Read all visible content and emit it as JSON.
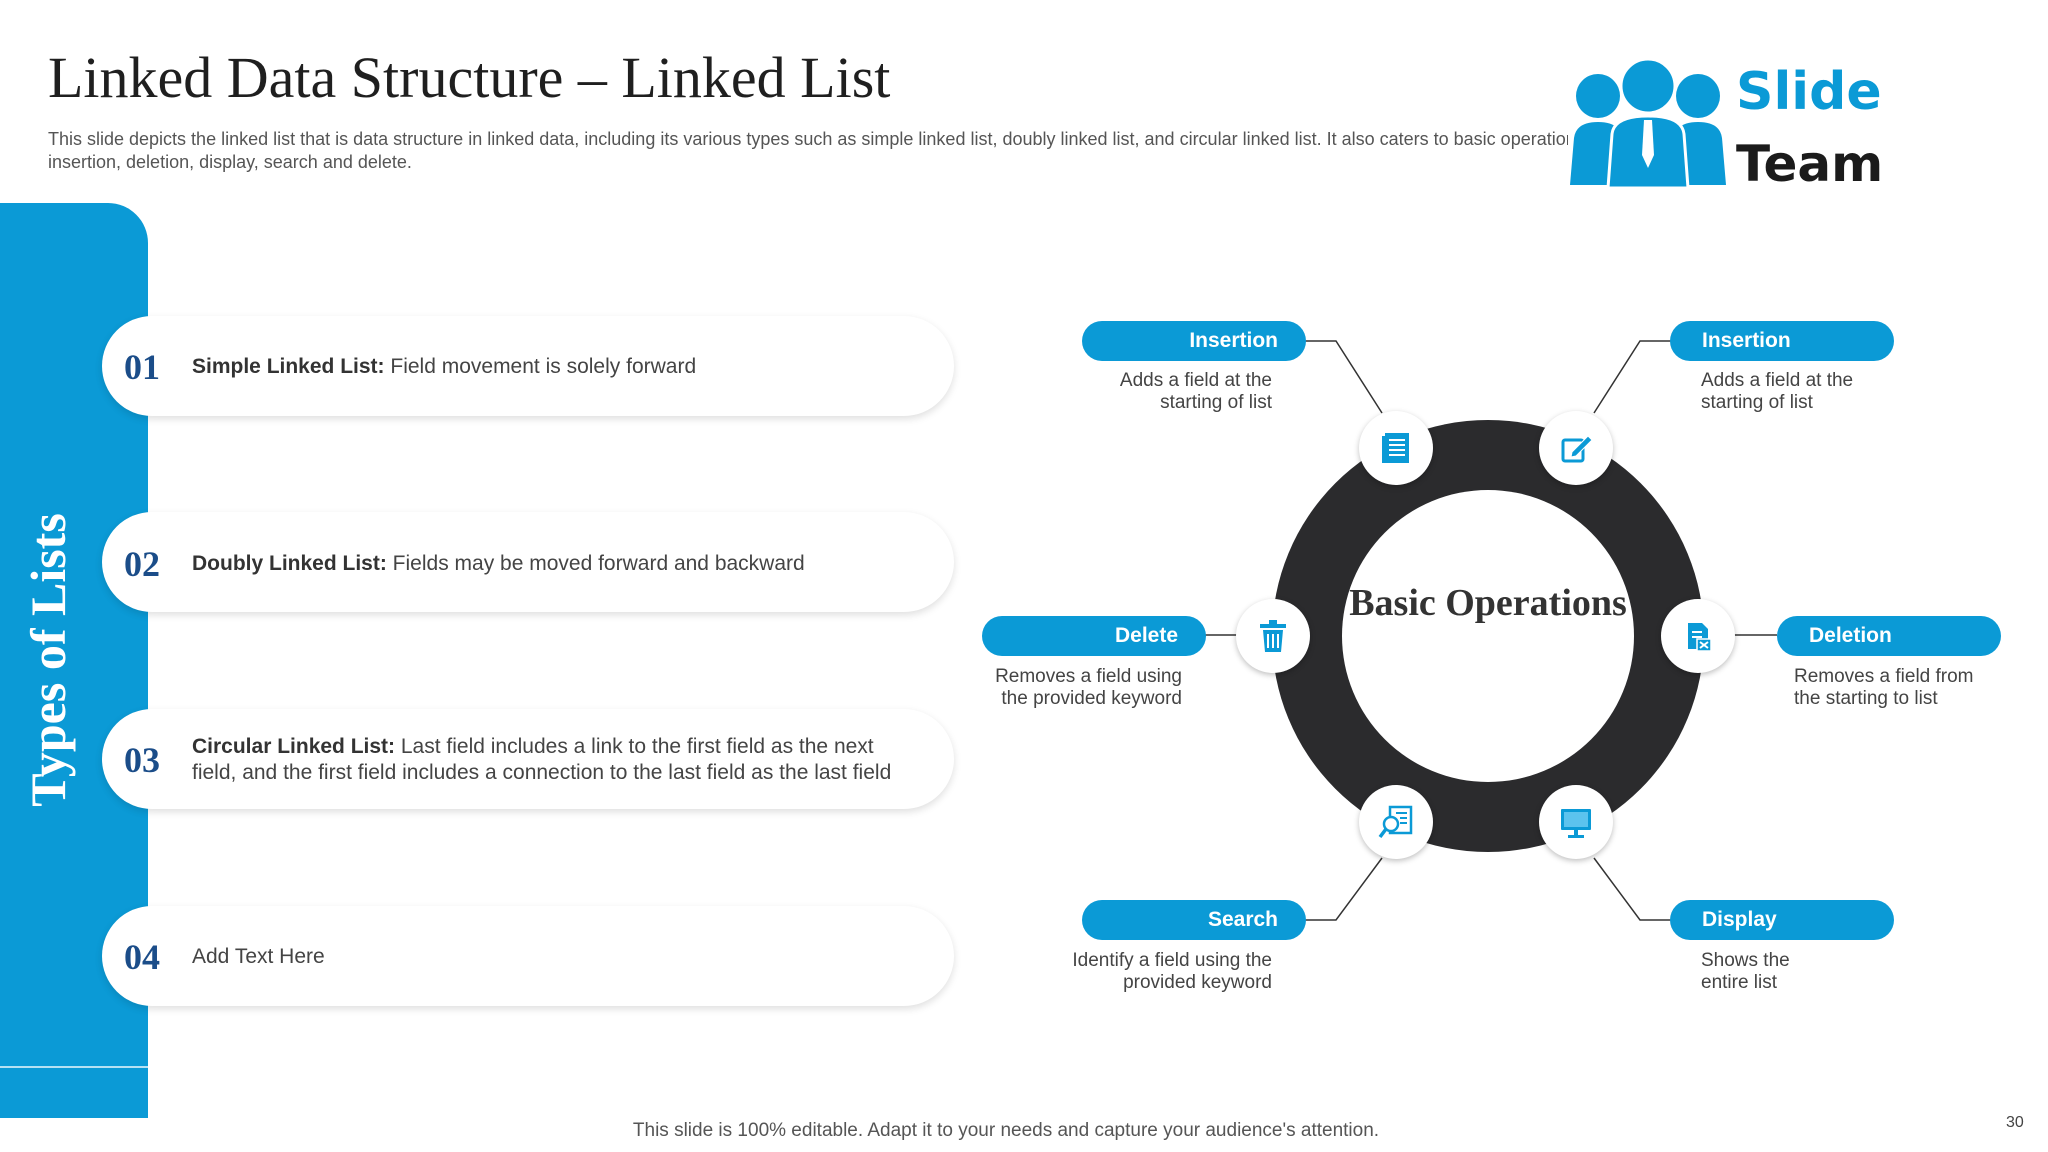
{
  "header": {
    "title": "Linked Data Structure – Linked List",
    "subtitle": "This slide depicts the linked list that is data structure in linked data, including its various types such as simple linked list, doubly linked list, and circular linked list. It also caters to basic operations performed on the linked list, covering insertion, deletion, display, search and delete."
  },
  "logo": {
    "line1": "Slide",
    "line2": "Team"
  },
  "sidebar": {
    "label": "Types of Lists"
  },
  "list": [
    {
      "num": "01",
      "bold": "Simple Linked List:",
      "text": " Field movement  is solely forward"
    },
    {
      "num": "02",
      "bold": "Doubly Linked List:",
      "text": " Fields may be moved  forward  and backward"
    },
    {
      "num": "03",
      "bold": "Circular Linked List:",
      "text": " Last field includes a link to the first field as the next field, and the first field includes a connection to the last field as the last field"
    },
    {
      "num": "04",
      "bold": "",
      "text": "Add Text Here"
    }
  ],
  "diagram": {
    "center": "Basic Operations",
    "ops": [
      {
        "label": "Insertion",
        "desc": "Adds a field at the starting of list",
        "icon": "document-icon"
      },
      {
        "label": "Insertion",
        "desc": "Adds a field at the starting of list",
        "icon": "edit-icon"
      },
      {
        "label": "Delete",
        "desc": "Removes a field using the provided keyword",
        "icon": "trash-icon"
      },
      {
        "label": "Deletion",
        "desc": "Removes a field from the starting to list",
        "icon": "delete-doc-icon"
      },
      {
        "label": "Search",
        "desc": "Identify a field using the provided keyword",
        "icon": "search-icon"
      },
      {
        "label": "Display",
        "desc": "Shows the entire list",
        "icon": "monitor-icon"
      }
    ]
  },
  "footer": {
    "text": "This slide is 100% editable. Adapt it to your needs and capture your audience's attention.",
    "page": "30"
  },
  "colors": {
    "accent": "#0b9ad6",
    "ring": "#2b2b2d",
    "number": "#1b4d89"
  }
}
